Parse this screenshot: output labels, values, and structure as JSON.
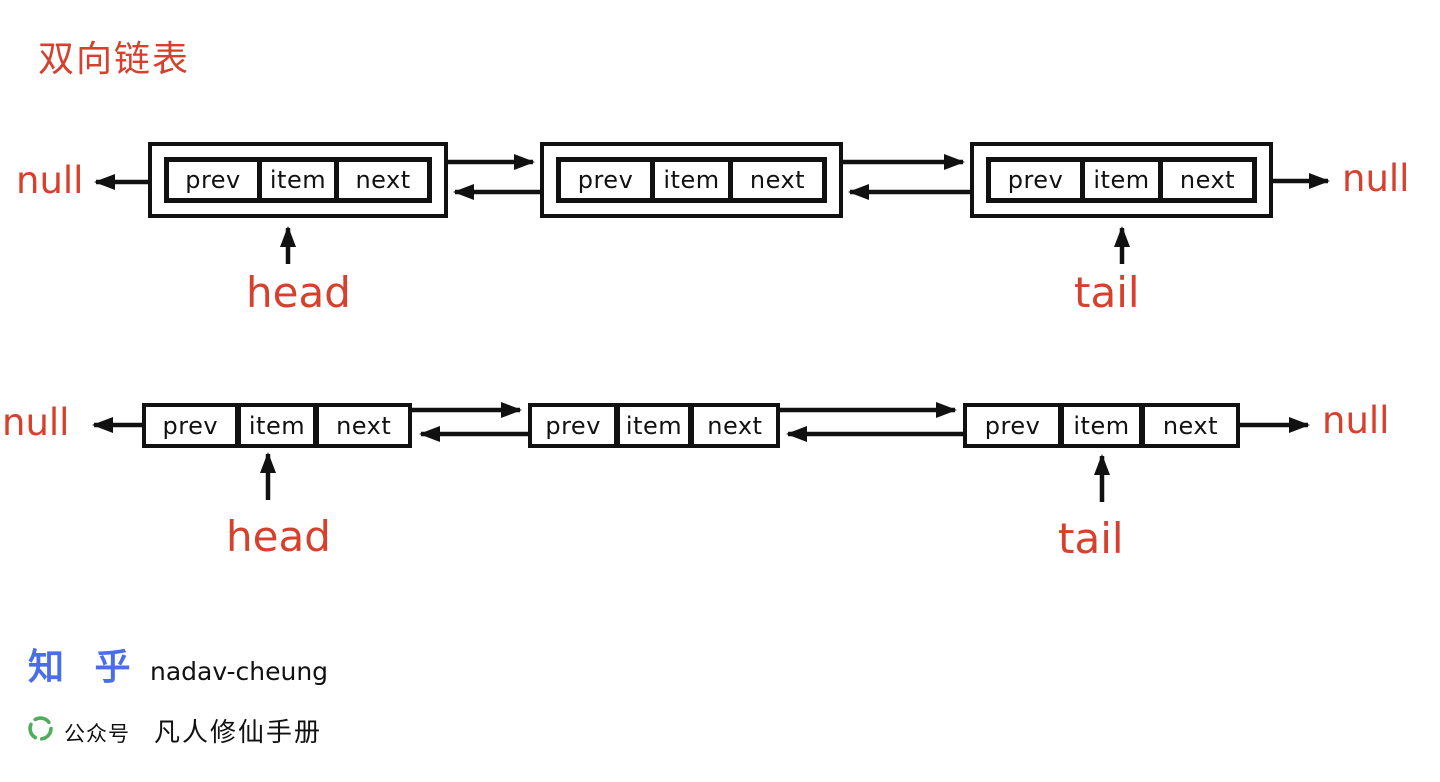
{
  "title": "双向链表",
  "colors": {
    "accent_red": "#d6402c",
    "ink_black": "#111111",
    "zhihu_blue": "#4a6de9",
    "wechat_green": "#4fae5c",
    "background": "#ffffff"
  },
  "diagrams": [
    {
      "name": "boxed-doubly-linked-list",
      "left_null": "null",
      "right_null": "null",
      "head_label": "head",
      "tail_label": "tail",
      "nodes": [
        {
          "cells": [
            "prev",
            "item",
            "next"
          ]
        },
        {
          "cells": [
            "prev",
            "item",
            "next"
          ]
        },
        {
          "cells": [
            "prev",
            "item",
            "next"
          ]
        }
      ]
    },
    {
      "name": "plain-doubly-linked-list",
      "left_null": "null",
      "right_null": "null",
      "head_label": "head",
      "tail_label": "tail",
      "nodes": [
        {
          "cells": [
            "prev",
            "item",
            "next"
          ]
        },
        {
          "cells": [
            "prev",
            "item",
            "next"
          ]
        },
        {
          "cells": [
            "prev",
            "item",
            "next"
          ]
        }
      ]
    }
  ],
  "footer": {
    "zhihu_wordmark": "知 乎",
    "author": "nadav-cheung",
    "wechat_icon": "wechat-official-account-icon",
    "wechat_label": "公众号",
    "wechat_account": "凡人修仙手册"
  }
}
